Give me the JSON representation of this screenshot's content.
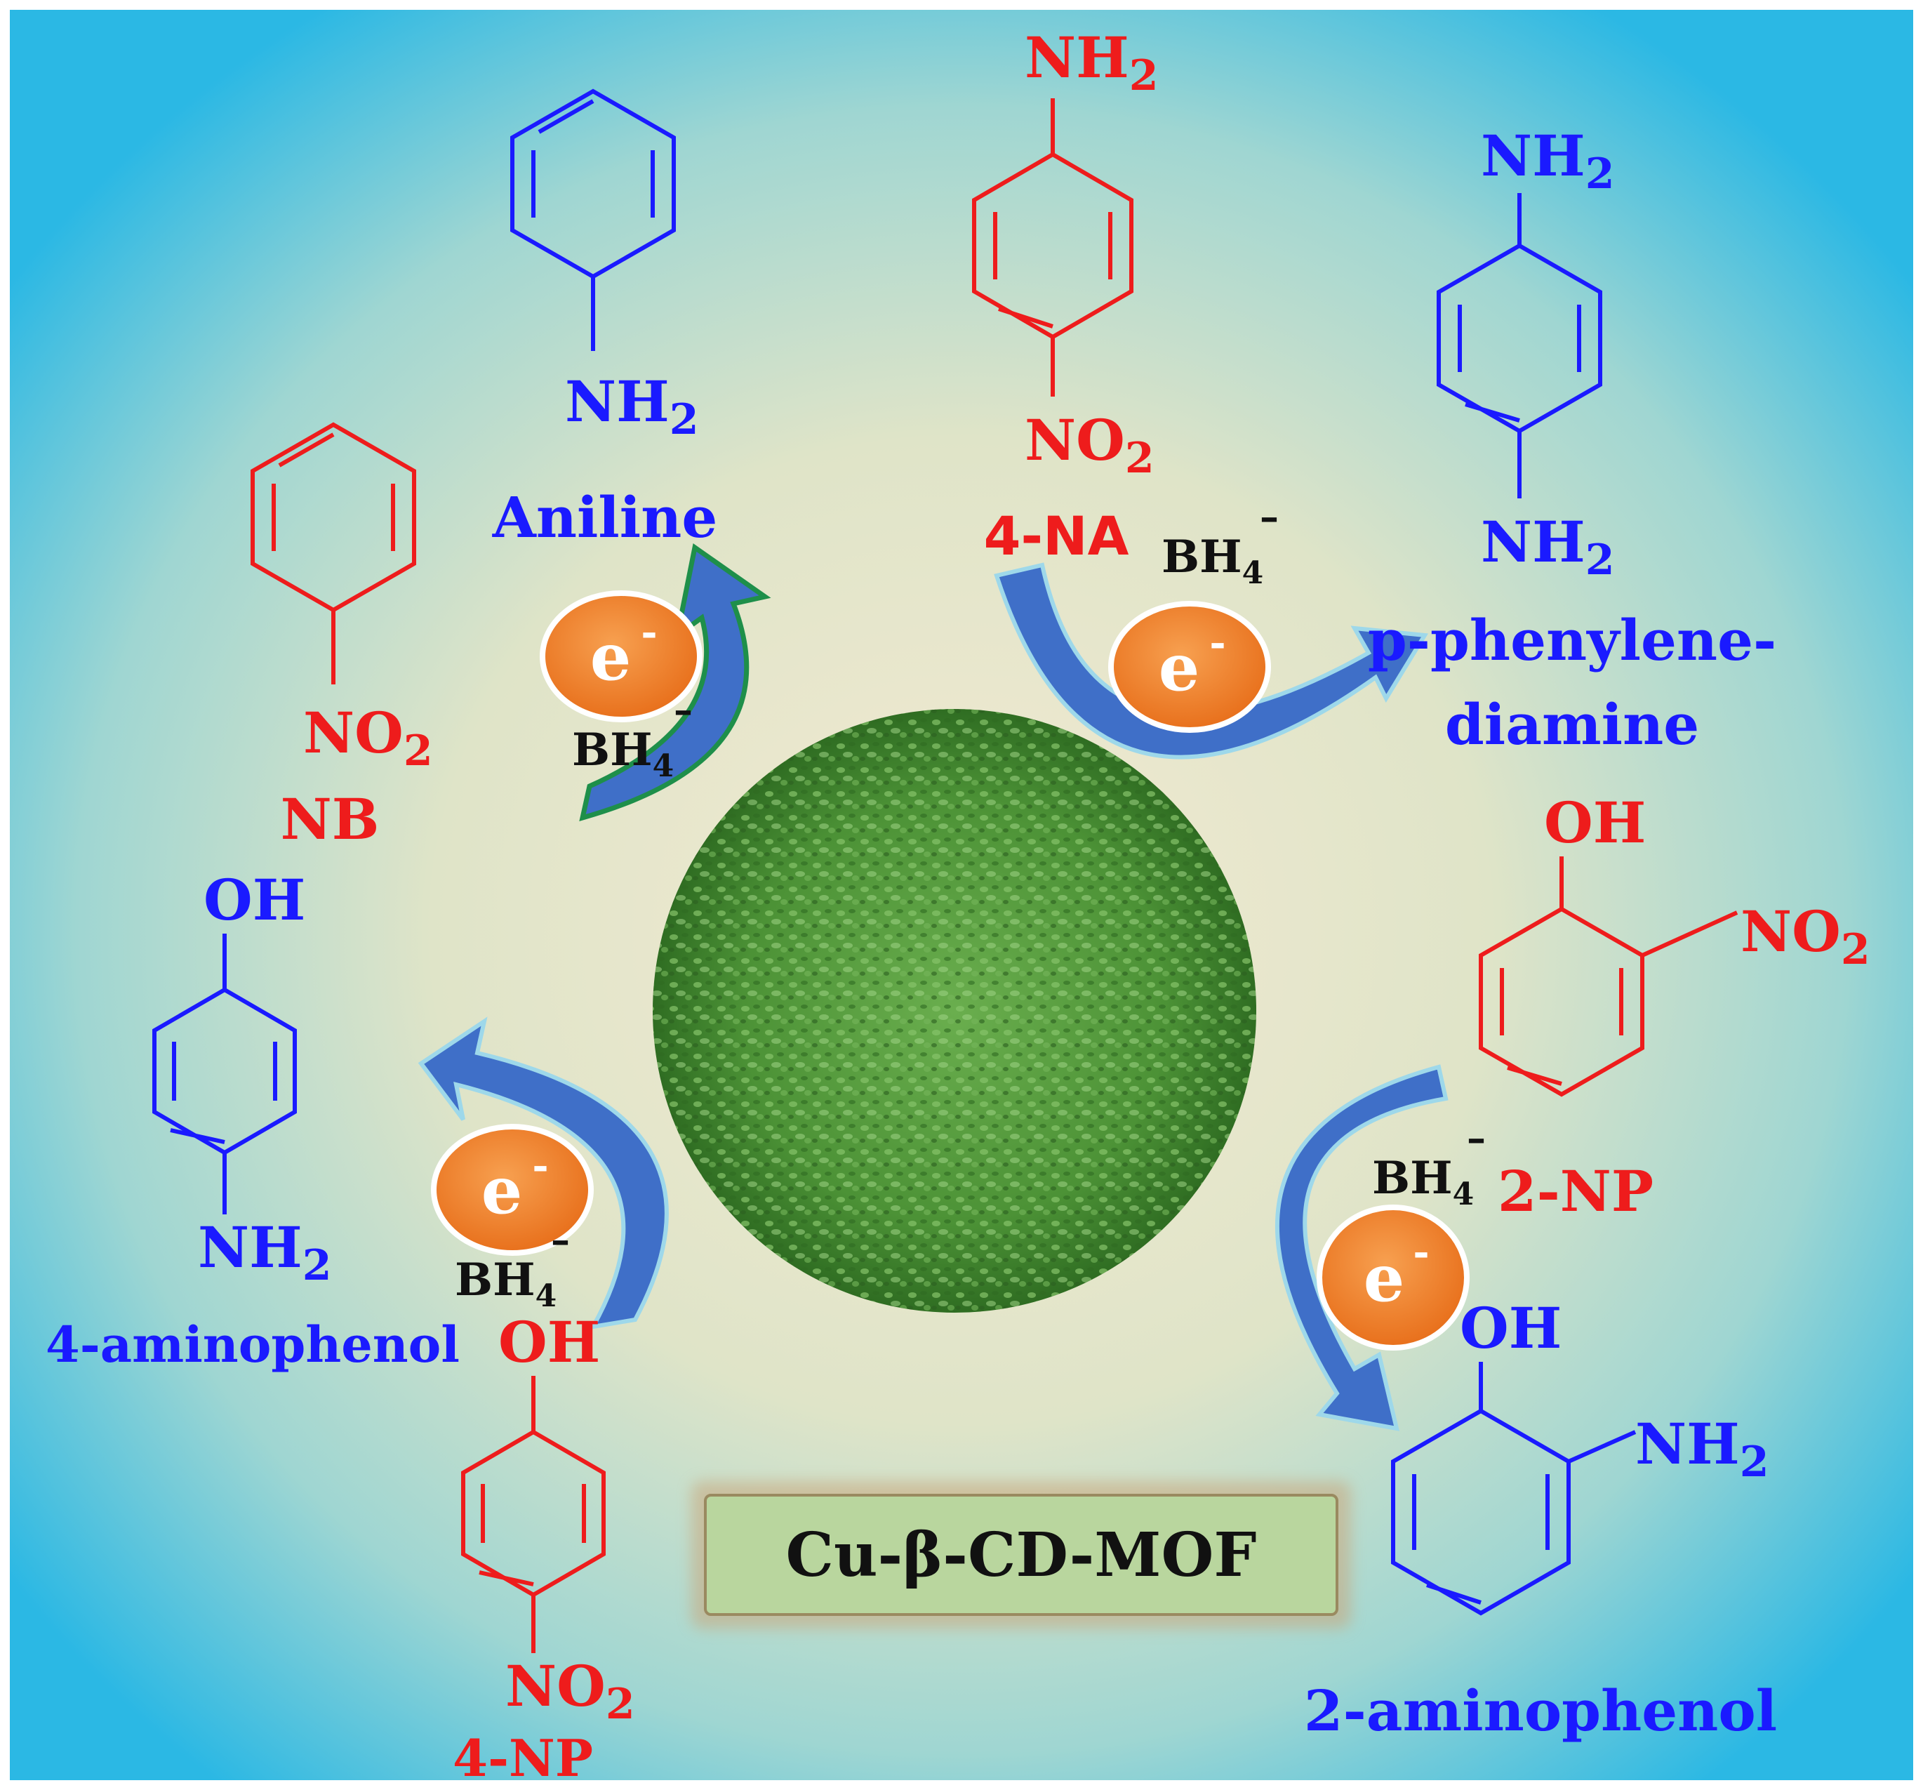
{
  "colors": {
    "product_blue": "#1a1aff",
    "reactant_red": "#ee1c1c",
    "arrow_blue": "#3f6fc8",
    "electron_orange": "#f07a22",
    "catalyst_green": "#4f9a3c",
    "label_box": "#b9d69e",
    "bg_edge": "#1fb6e6",
    "bg_center": "#f1ead2"
  },
  "catalyst": {
    "label": "Cu-β-CD-MOF"
  },
  "electron": {
    "symbol": "e",
    "charge": "-"
  },
  "reducer": {
    "symbol": "BH",
    "subscript": "4",
    "charge": "–"
  },
  "compounds": {
    "aniline": {
      "name": "Aniline",
      "group": "NH",
      "group_sub": "2"
    },
    "nb": {
      "name": "NB",
      "group": "NO",
      "group_sub": "2"
    },
    "na4": {
      "name": "4-NA",
      "top_group": "NH",
      "top_sub": "2",
      "bottom_group": "NO",
      "bottom_sub": "2"
    },
    "ppd": {
      "name_line1": "p-phenylene-",
      "name_line2": "diamine",
      "top_group": "NH",
      "top_sub": "2",
      "bottom_group": "NH",
      "bottom_sub": "2"
    },
    "np2": {
      "name": "2-NP",
      "group1": "OH",
      "group2": "NO",
      "group2_sub": "2"
    },
    "ap2": {
      "name": "2-aminophenol",
      "group1": "OH",
      "group2": "NH",
      "group2_sub": "2"
    },
    "ap4": {
      "name": "4-aminophenol",
      "top_group": "OH",
      "bottom_group": "NH",
      "bottom_sub": "2"
    },
    "np4": {
      "name": "4-NP",
      "top_group": "OH",
      "bottom_group": "NO",
      "bottom_sub": "2"
    }
  }
}
